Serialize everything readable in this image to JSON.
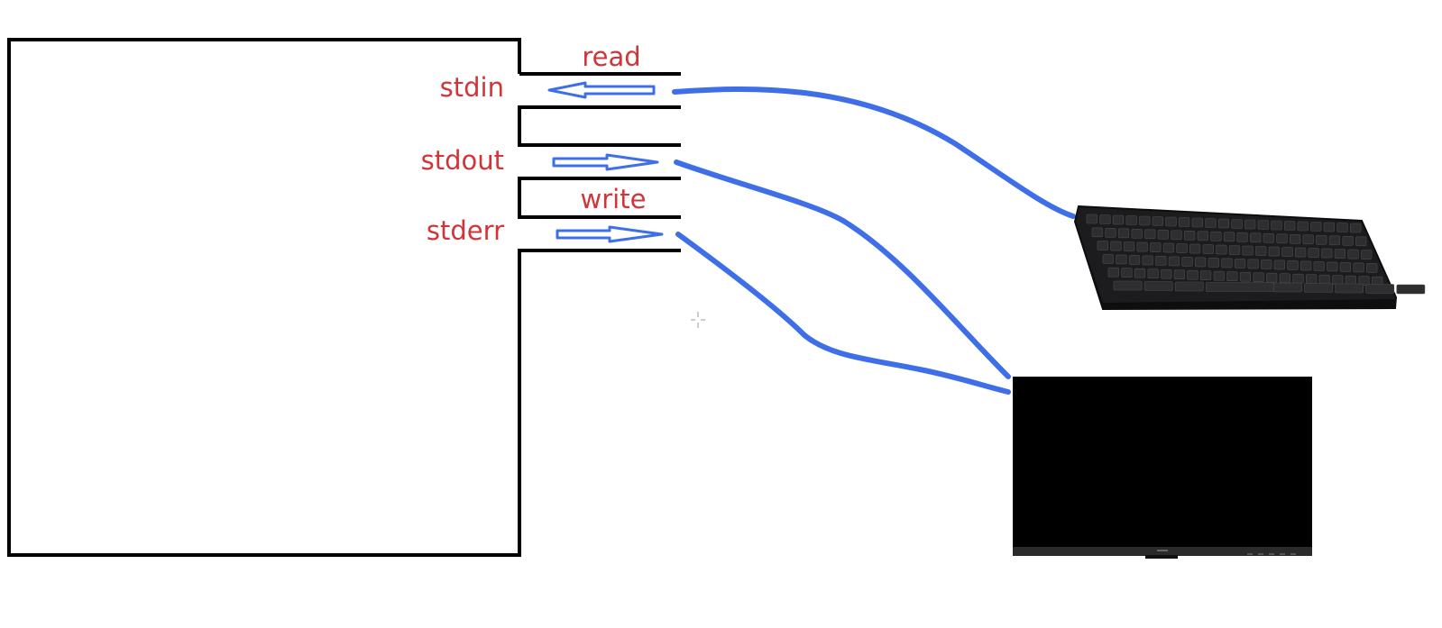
{
  "labels": {
    "read": "read",
    "stdin": "stdin",
    "stdout": "stdout",
    "write": "write",
    "stderr": "stderr"
  },
  "colors": {
    "label_red": "#d0353a",
    "arrow_blue": "#3f6fe8",
    "outline": "#000000",
    "device_body": "#000000"
  },
  "devices": {
    "input": "keyboard-icon",
    "output": "monitor-icon"
  }
}
